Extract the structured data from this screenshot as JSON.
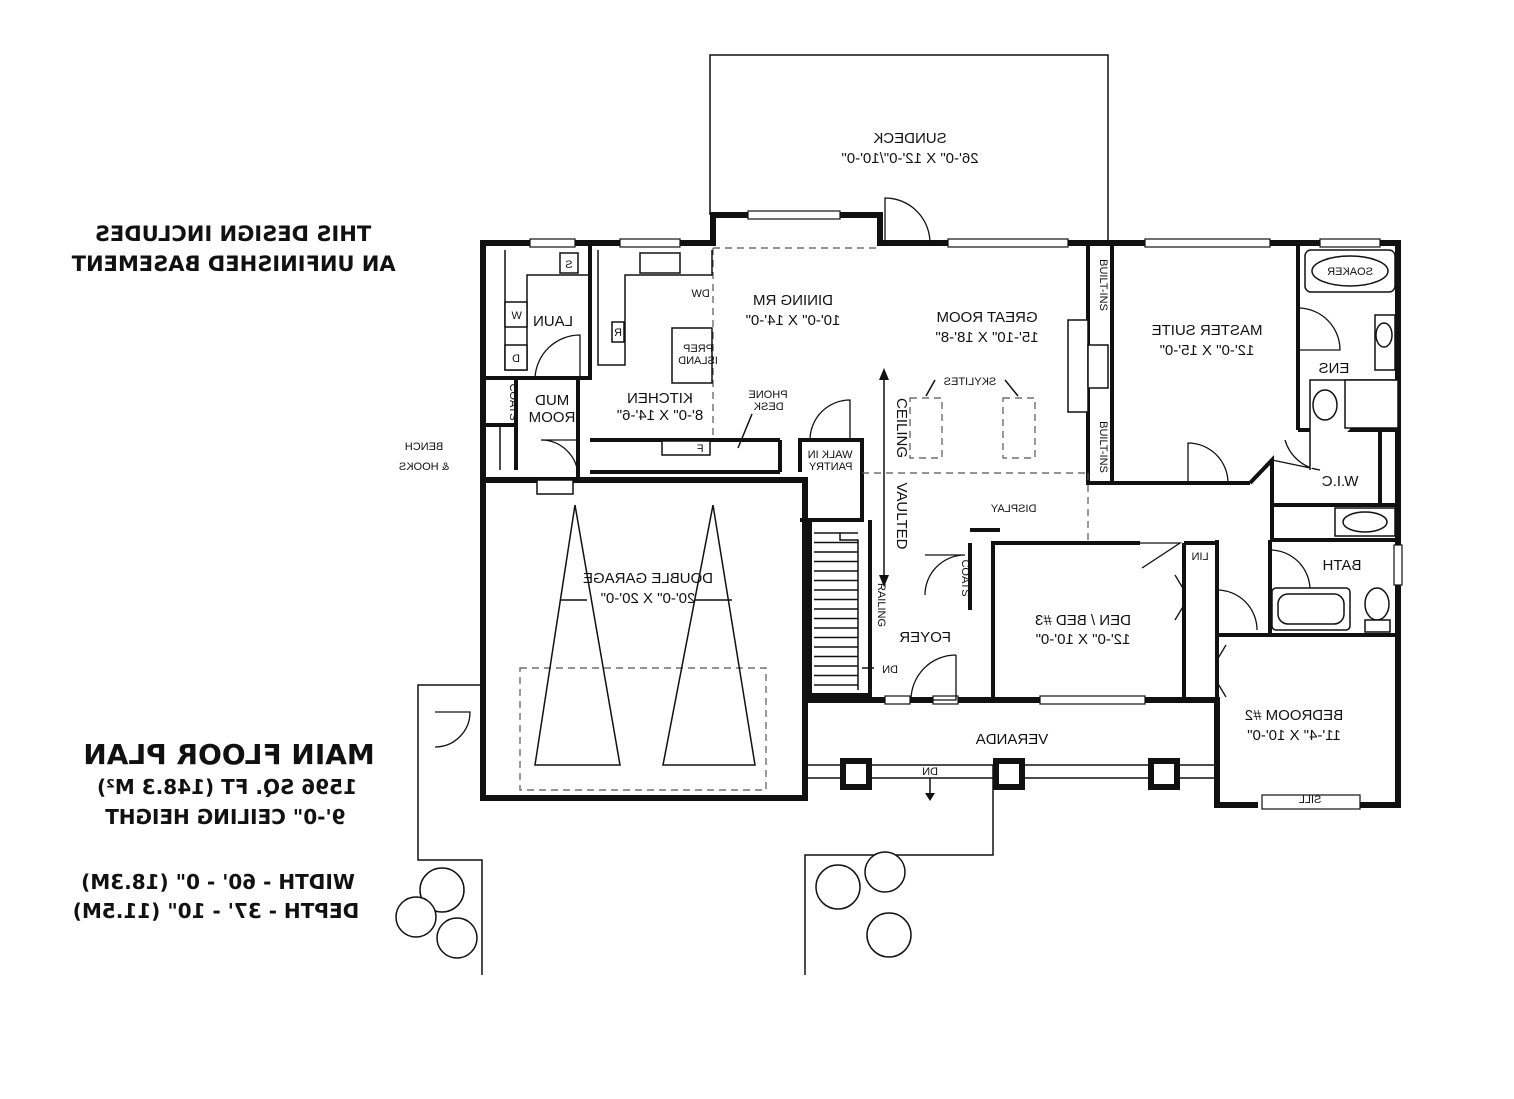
{
  "notes": {
    "basement_line1": "THIS DESIGN INCLUDES",
    "basement_line2": "AN UNFINISHED BASEMENT"
  },
  "title": {
    "main": "MAIN FLOOR PLAN",
    "area": "1596 SQ. FT (148.3 M²)",
    "ceiling": "9'-0\" CEILING HEIGHT",
    "width": "WIDTH - 60' - 0\" (18.3M)",
    "depth": "DEPTH - 37' - 10\" (11.5M)"
  },
  "rooms": {
    "sundeck": {
      "name": "SUNDECK",
      "size": "26'-0\" X 12'-0\"/10'-0\""
    },
    "dining": {
      "name": "DINING RM",
      "size": "10'-0\" X 14'-0\""
    },
    "great": {
      "name": "GREAT ROOM",
      "size": "15'-10\" X 18'-8\""
    },
    "master": {
      "name": "MASTER SUITE",
      "size": "12'-0\" X 15'-0\""
    },
    "kitchen": {
      "name": "KITCHEN",
      "size": "8'-0\" X 14'-6\""
    },
    "laun": {
      "name": "LAUN"
    },
    "mud_line1": "MUD",
    "mud_line2": "ROOM",
    "garage": {
      "name": "DOUBLE GARAGE",
      "size": "20'-0\" X 20'-0\""
    },
    "den": {
      "name": "DEN / BED #3",
      "size": "12'-0\" X 10'-0\""
    },
    "foyer": {
      "name": "FOYER"
    },
    "veranda": {
      "name": "VERANDA"
    },
    "bedroom2": {
      "name": "BEDROOM #2",
      "size": "11'-4\" X 10'-0\""
    },
    "bath": {
      "name": "BATH"
    },
    "wic": {
      "name": "W.I.C"
    },
    "ens": {
      "name": "ENS"
    }
  },
  "labels": {
    "soaker": "SOAKER",
    "built_ins": "BUILT-INS",
    "skylites": "SKYLITES",
    "ceiling": "CEILING",
    "vaulted": "VAULTED",
    "railing": "RAILING",
    "dn": "DN",
    "display": "DISPLAY",
    "lin": "LIN",
    "coats": "COATS",
    "sill": "SILL",
    "prep1": "PREP",
    "prep2": "ISLAND",
    "phone1": "PHONE",
    "phone2": "DESK",
    "walkin1": "WALK IN",
    "walkin2": "PANTRY",
    "bench1": "BENCH",
    "bench2": "& HOOKS",
    "dw": "DW",
    "s": "S",
    "w": "W",
    "d": "D",
    "r": "R",
    "f": "F"
  }
}
